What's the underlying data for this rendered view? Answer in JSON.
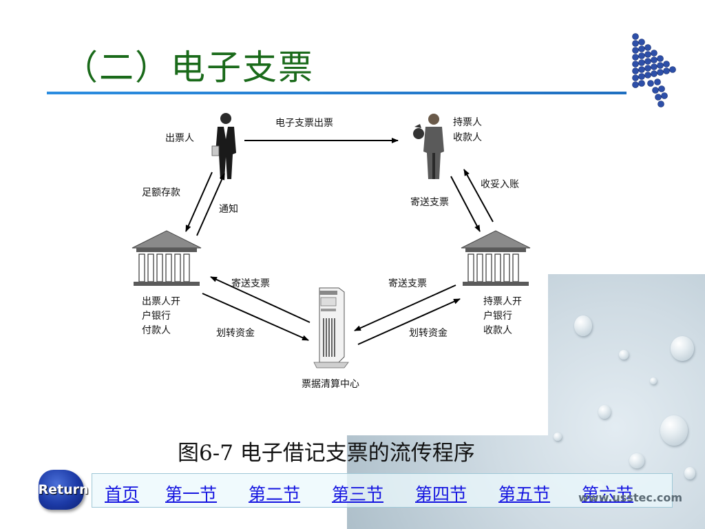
{
  "title": "（二）电子支票",
  "caption": "图6-7  电子借记支票的流传程序",
  "diagram": {
    "nodes": {
      "drawer": "出票人",
      "holder": [
        "持票人",
        "收款人"
      ],
      "drawer_bank": [
        "出票人开",
        "户银行",
        "付款人"
      ],
      "holder_bank": [
        "持票人开",
        "户银行",
        "收款人"
      ],
      "clearing": "票据清算中心"
    },
    "edges": {
      "issue": "电子支票出票",
      "sufficient_deposit": "足额存款",
      "notify": "通知",
      "send_check_holder": "寄送支票",
      "collect_credit": "收妥入账",
      "send_check_left": "寄送支票",
      "transfer_left": "划转资金",
      "send_check_right": "寄送支票",
      "transfer_right": "划转资金"
    }
  },
  "return_button": "Return",
  "nav": [
    "首页",
    "第一节",
    "第二节",
    "第三节",
    "第四节",
    "第五节",
    "第六节"
  ],
  "watermark": "www.usstec.com",
  "colors": {
    "title": "#1a6a1a",
    "rule": "#2b8de0",
    "link": "#1414e0",
    "logo_dots": "#2d4fa8"
  },
  "icons": [
    "cursor-dots-logo-icon",
    "businessman-icon",
    "bank-building-icon",
    "server-tower-icon",
    "return-button-icon"
  ]
}
